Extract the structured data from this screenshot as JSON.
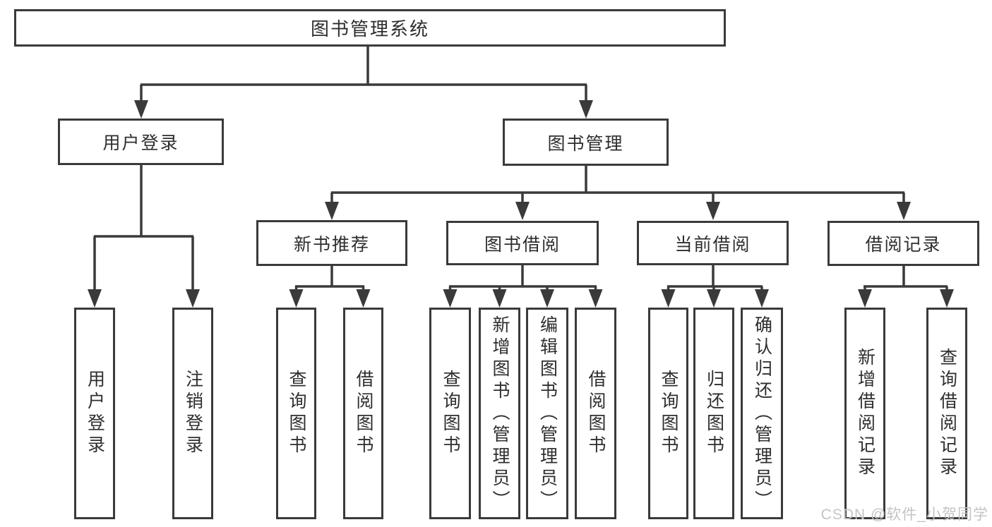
{
  "diagram": {
    "root": "图书管理系统",
    "level1": [
      {
        "label": "用户登录"
      },
      {
        "label": "图书管理"
      }
    ],
    "level2": [
      {
        "label": "新书推荐"
      },
      {
        "label": "图书借阅"
      },
      {
        "label": "当前借阅"
      },
      {
        "label": "借阅记录"
      }
    ],
    "leaves": [
      {
        "label": "用户登录"
      },
      {
        "label": "注销登录"
      },
      {
        "label": "查询图书"
      },
      {
        "label": "借阅图书"
      },
      {
        "label": "查询图书"
      },
      {
        "label": "新增图书（管理员）"
      },
      {
        "label": "编辑图书（管理员）"
      },
      {
        "label": "借阅图书"
      },
      {
        "label": "查询图书"
      },
      {
        "label": "归还图书"
      },
      {
        "label": "确认归还（管理员）"
      },
      {
        "label": "新增借阅记录"
      },
      {
        "label": "查询借阅记录"
      }
    ],
    "watermark": "CSDN @软件_小贺同学",
    "line_color": "#3a3a3a"
  }
}
